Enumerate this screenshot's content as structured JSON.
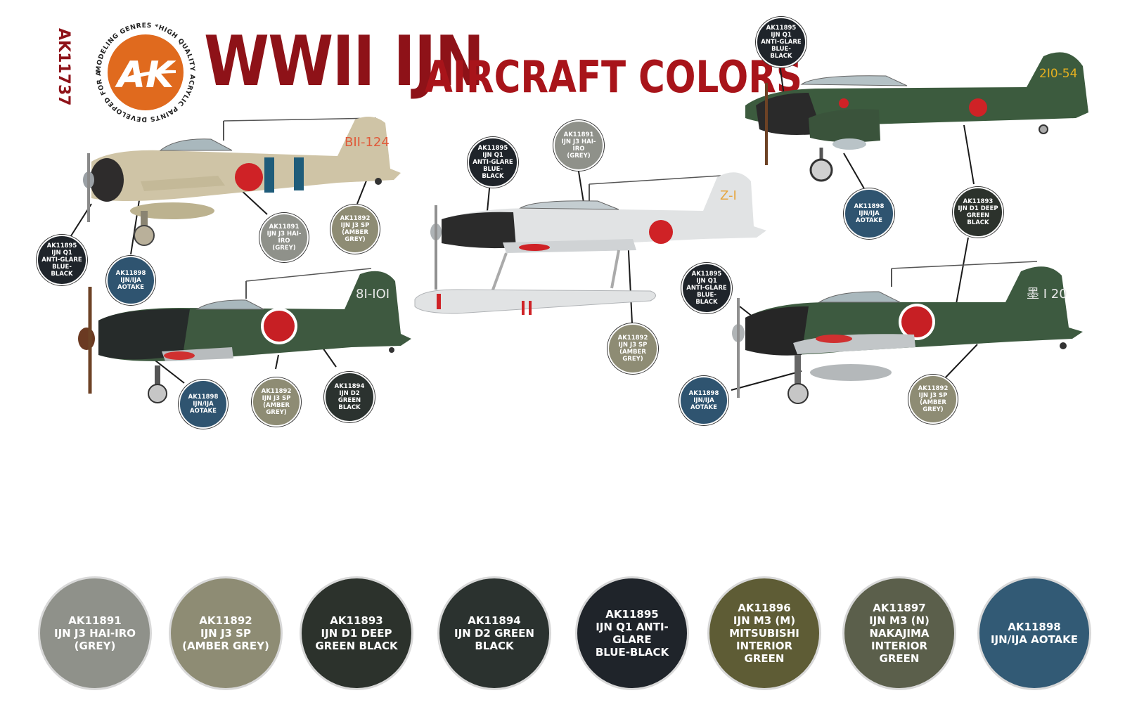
{
  "header": {
    "product_code": "AK11737",
    "brand": "AK",
    "logo_ring_text": "MODELING GENRES *HIGH QUALITY ACRYLIC PAINTS DEVELOPED FOR ALL",
    "title_main": "WWII IJN",
    "title_sub": "AIRCRAFT COLORS"
  },
  "aircraft": [
    {
      "id": "zero-tan",
      "code": "BII-124"
    },
    {
      "id": "seaplane",
      "code": "Z-I"
    },
    {
      "id": "bomber",
      "code": "2I0-54"
    },
    {
      "id": "zero-green-left",
      "code": "8I-IOI"
    },
    {
      "id": "zero-green-right",
      "code": "墨 I 20"
    }
  ],
  "callouts": [
    {
      "id": "c1",
      "text": "AK11895\nIJN Q1\nANTI-GLARE\nBLUE-\nBLACK",
      "color": "#1f242a"
    },
    {
      "id": "c2",
      "text": "AK11898\nIJN/IJA\nAOTAKE",
      "color": "#2f5470"
    },
    {
      "id": "c3",
      "text": "AK11891\nIJN J3 HAI-IRO\n(GREY)",
      "color": "#8f918a"
    },
    {
      "id": "c4",
      "text": "AK11892\nIJN J3 SP\n(AMBER\nGREY)",
      "color": "#8e8c74"
    },
    {
      "id": "c5",
      "text": "AK11898\nIJN/IJA\nAOTAKE",
      "color": "#2f5470"
    },
    {
      "id": "c6",
      "text": "AK11892\nIJN J3 SP\n(AMBER\nGREY)",
      "color": "#8e8c74"
    },
    {
      "id": "c7",
      "text": "AK11894\nIJN D2 GREEN\nBLACK",
      "color": "#2b322f"
    },
    {
      "id": "c8",
      "text": "AK11895\nIJN Q1\nANTI-GLARE\nBLUE-\nBLACK",
      "color": "#1f242a"
    },
    {
      "id": "c9",
      "text": "AK11891\nIJN J3 HAI-IRO\n(GREY)",
      "color": "#8f918a"
    },
    {
      "id": "c10",
      "text": "AK11892\nIJN J3 SP\n(AMBER\nGREY)",
      "color": "#8e8c74"
    },
    {
      "id": "c11",
      "text": "AK11895\nIJN Q1\nANTI-GLARE\nBLUE-\nBLACK",
      "color": "#1f242a"
    },
    {
      "id": "c12",
      "text": "AK11898\nIJN/IJA\nAOTAKE",
      "color": "#2f5470"
    },
    {
      "id": "c13",
      "text": "AK11893\nIJN D1 DEEP\nGREEN\nBLACK",
      "color": "#2c322c"
    },
    {
      "id": "c14",
      "text": "AK11895\nIJN Q1\nANTI-GLARE\nBLUE-\nBLACK",
      "color": "#1f242a"
    },
    {
      "id": "c15",
      "text": "AK11898\nIJN/IJA\nAOTAKE",
      "color": "#2f5470"
    },
    {
      "id": "c16",
      "text": "AK11892\nIJN J3 SP\n(AMBER\nGREY)",
      "color": "#8e8c74"
    }
  ],
  "swatches": [
    {
      "text": "AK11891\nIJN J3 HAI-IRO\n(GREY)",
      "color": "#8f918a"
    },
    {
      "text": "AK11892\nIJN J3 SP\n(AMBER GREY)",
      "color": "#8e8c74"
    },
    {
      "text": "AK11893\nIJN D1 DEEP\nGREEN BLACK",
      "color": "#2c322c"
    },
    {
      "text": "AK11894\nIJN D2 GREEN\nBLACK",
      "color": "#2b322f"
    },
    {
      "text": "AK11895\nIJN Q1 ANTI-GLARE\nBLUE-BLACK",
      "color": "#1f242a"
    },
    {
      "text": "AK11896\nIJN M3 (M)\nMITSUBISHI\nINTERIOR\nGREEN",
      "color": "#5e5c35"
    },
    {
      "text": "AK11897\nIJN M3 (N)\nNAKAJIMA\nINTERIOR\nGREEN",
      "color": "#5b5f4b"
    },
    {
      "text": "AK11898\nIJN/IJA AOTAKE",
      "color": "#325a75"
    }
  ],
  "colors": {
    "brand_red": "#8e1218",
    "logo_orange": "#e06a1e"
  }
}
